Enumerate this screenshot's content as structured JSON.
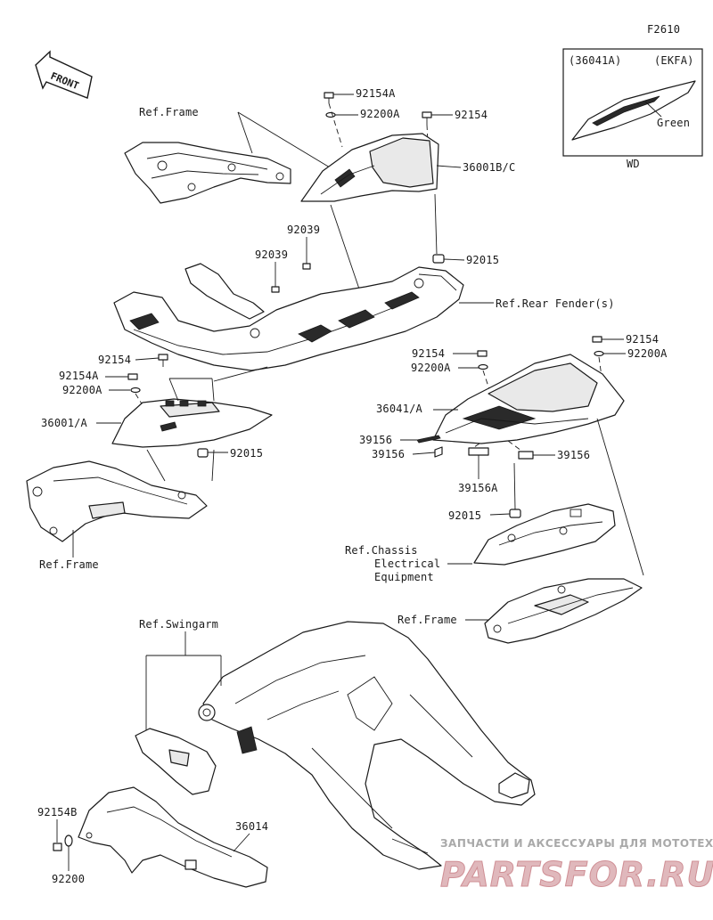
{
  "figure_code": "F2610",
  "front_label": "FRONT",
  "inset": {
    "part_no": "(36041A)",
    "variant": "(EKFA)",
    "color": "Green",
    "caption": "WD"
  },
  "labels": {
    "l_92154a_top": "92154A",
    "l_92200a_top": "92200A",
    "l_92154_top": "92154",
    "l_ref_frame_top": "Ref.Frame",
    "l_36001bc": "36001B/C",
    "l_92039_a": "92039",
    "l_92039_b": "92039",
    "l_92015_top": "92015",
    "l_ref_rear_fender": "Ref.Rear Fender(s)",
    "l_92154_left": "92154",
    "l_92154a_left": "92154A",
    "l_92200a_left": "92200A",
    "l_36001a": "36001/A",
    "l_92015_left": "92015",
    "l_ref_frame_left": "Ref.Frame",
    "l_92154_mid": "92154",
    "l_92200a_mid": "92200A",
    "l_92154_right": "92154",
    "l_92200a_right": "92200A",
    "l_36041a": "36041/A",
    "l_39156_a": "39156",
    "l_39156_b": "39156",
    "l_39156_c": "39156",
    "l_39156a": "39156A",
    "l_92015_right": "92015",
    "l_ref_chassis_1": "Ref.Chassis",
    "l_ref_chassis_2": "Electrical",
    "l_ref_chassis_3": "Equipment",
    "l_ref_frame_right": "Ref.Frame",
    "l_ref_swingarm": "Ref.Swingarm",
    "l_92154b": "92154B",
    "l_92200": "92200",
    "l_36014": "36014"
  },
  "watermark": {
    "tagline": "ЗАПЧАСТИ И АКСЕССУАРЫ ДЛЯ МОТОТЕХНИКИ",
    "brand": "PARTSFOR.RU"
  }
}
